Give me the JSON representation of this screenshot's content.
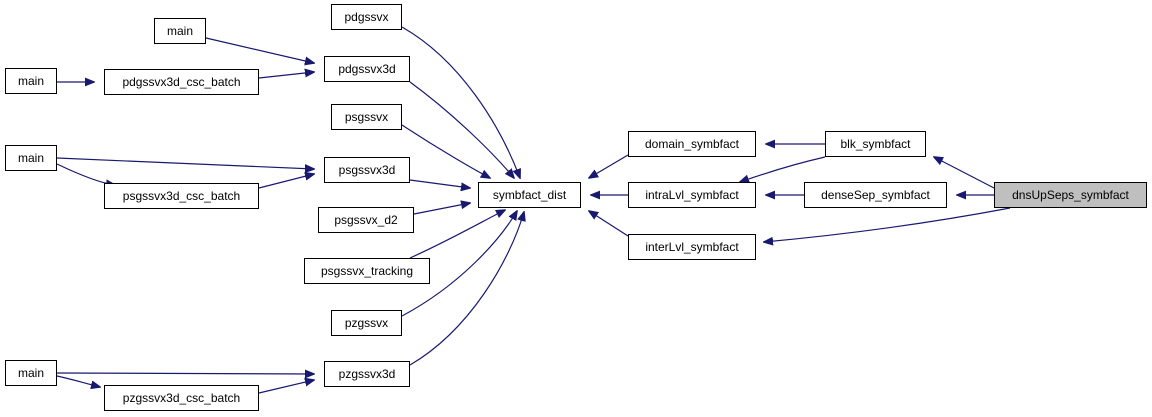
{
  "nodes": {
    "n_main1": "main",
    "n_main2": "main",
    "n_main3": "main",
    "n_main4": "main",
    "n_pdgssvx": "pdgssvx",
    "n_pdgssvx3d": "pdgssvx3d",
    "n_pdgssvx3d_csc_batch": "pdgssvx3d_csc_batch",
    "n_psgssvx": "psgssvx",
    "n_psgssvx3d": "psgssvx3d",
    "n_psgssvx3d_csc_batch": "psgssvx3d_csc_batch",
    "n_psgssvx_d2": "psgssvx_d2",
    "n_psgssvx_tracking": "psgssvx_tracking",
    "n_pzgssvx": "pzgssvx",
    "n_pzgssvx3d": "pzgssvx3d",
    "n_pzgssvx3d_csc_batch": "pzgssvx3d_csc_batch",
    "n_symbfact_dist": "symbfact_dist",
    "n_domain_symbfact": "domain_symbfact",
    "n_intraLvl_symbfact": "intraLvl_symbfact",
    "n_interLvl_symbfact": "interLvl_symbfact",
    "n_blk_symbfact": "blk_symbfact",
    "n_denseSep_symbfact": "denseSep_symbfact",
    "n_dnsUpSeps_symbfact": "dnsUpSeps_symbfact"
  },
  "focus_node": "dnsUpSeps_symbfact",
  "colors": {
    "edge": "#191970",
    "focus_fill": "#bfbfbf",
    "border": "#000000"
  }
}
